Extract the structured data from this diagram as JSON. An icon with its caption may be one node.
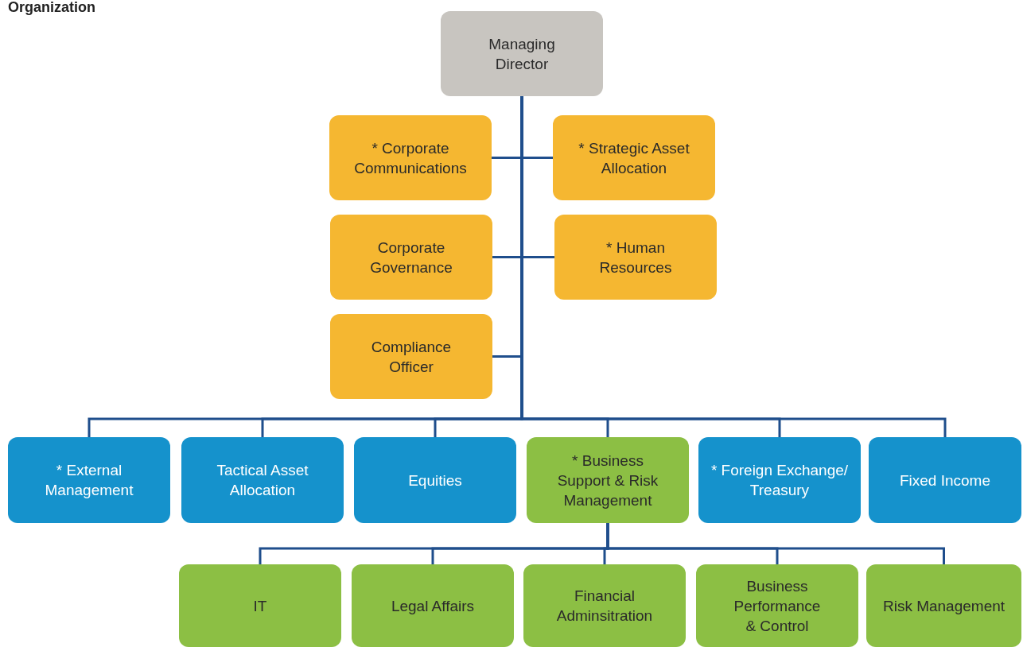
{
  "diagram": {
    "title": "Organization",
    "nodes": [
      {
        "text": [
          "Managing Director"
        ]
      },
      {
        "text": [
          "* Corporate Communications"
        ]
      },
      {
        "text": [
          "* Strategic Asset Allocation"
        ]
      },
      {
        "text": [
          "Corporate Governance"
        ]
      },
      {
        "text": [
          "* Human Resources"
        ]
      },
      {
        "text": [
          "Compliance Officer"
        ]
      },
      {
        "text": [
          "* External Management"
        ]
      },
      {
        "text": [
          "Tactical Asset Allocation"
        ]
      },
      {
        "text": [
          "Equities"
        ]
      },
      {
        "text": [
          "* Business Support & Risk Management"
        ]
      },
      {
        "text": [
          "* Foreign Exchange/ Treasury"
        ]
      },
      {
        "text": [
          "Fixed Income"
        ]
      },
      {
        "text": [
          "IT"
        ]
      },
      {
        "text": [
          "Legal Affairs"
        ]
      },
      {
        "text": [
          "Financial Adminsitration"
        ]
      },
      {
        "text": [
          "Business Performance & Control"
        ]
      },
      {
        "text": [
          "Risk Management"
        ]
      }
    ],
    "edges": [
      {
        "from": 0,
        "to": 1,
        "arrow": "none"
      },
      {
        "from": 0,
        "to": 2,
        "arrow": "none"
      },
      {
        "from": 0,
        "to": 3,
        "arrow": "none"
      },
      {
        "from": 0,
        "to": 4,
        "arrow": "none"
      },
      {
        "from": 0,
        "to": 5,
        "arrow": "none"
      },
      {
        "from": 0,
        "to": 6,
        "arrow": "none"
      },
      {
        "from": 0,
        "to": 7,
        "arrow": "none"
      },
      {
        "from": 0,
        "to": 8,
        "arrow": "none"
      },
      {
        "from": 0,
        "to": 9,
        "arrow": "none"
      },
      {
        "from": 0,
        "to": 10,
        "arrow": "none"
      },
      {
        "from": 0,
        "to": 11,
        "arrow": "none"
      },
      {
        "from": 9,
        "to": 12,
        "arrow": "none"
      },
      {
        "from": 9,
        "to": 13,
        "arrow": "none"
      },
      {
        "from": 9,
        "to": 14,
        "arrow": "none"
      },
      {
        "from": 9,
        "to": 15,
        "arrow": "none"
      },
      {
        "from": 9,
        "to": 16,
        "arrow": "none"
      }
    ]
  }
}
